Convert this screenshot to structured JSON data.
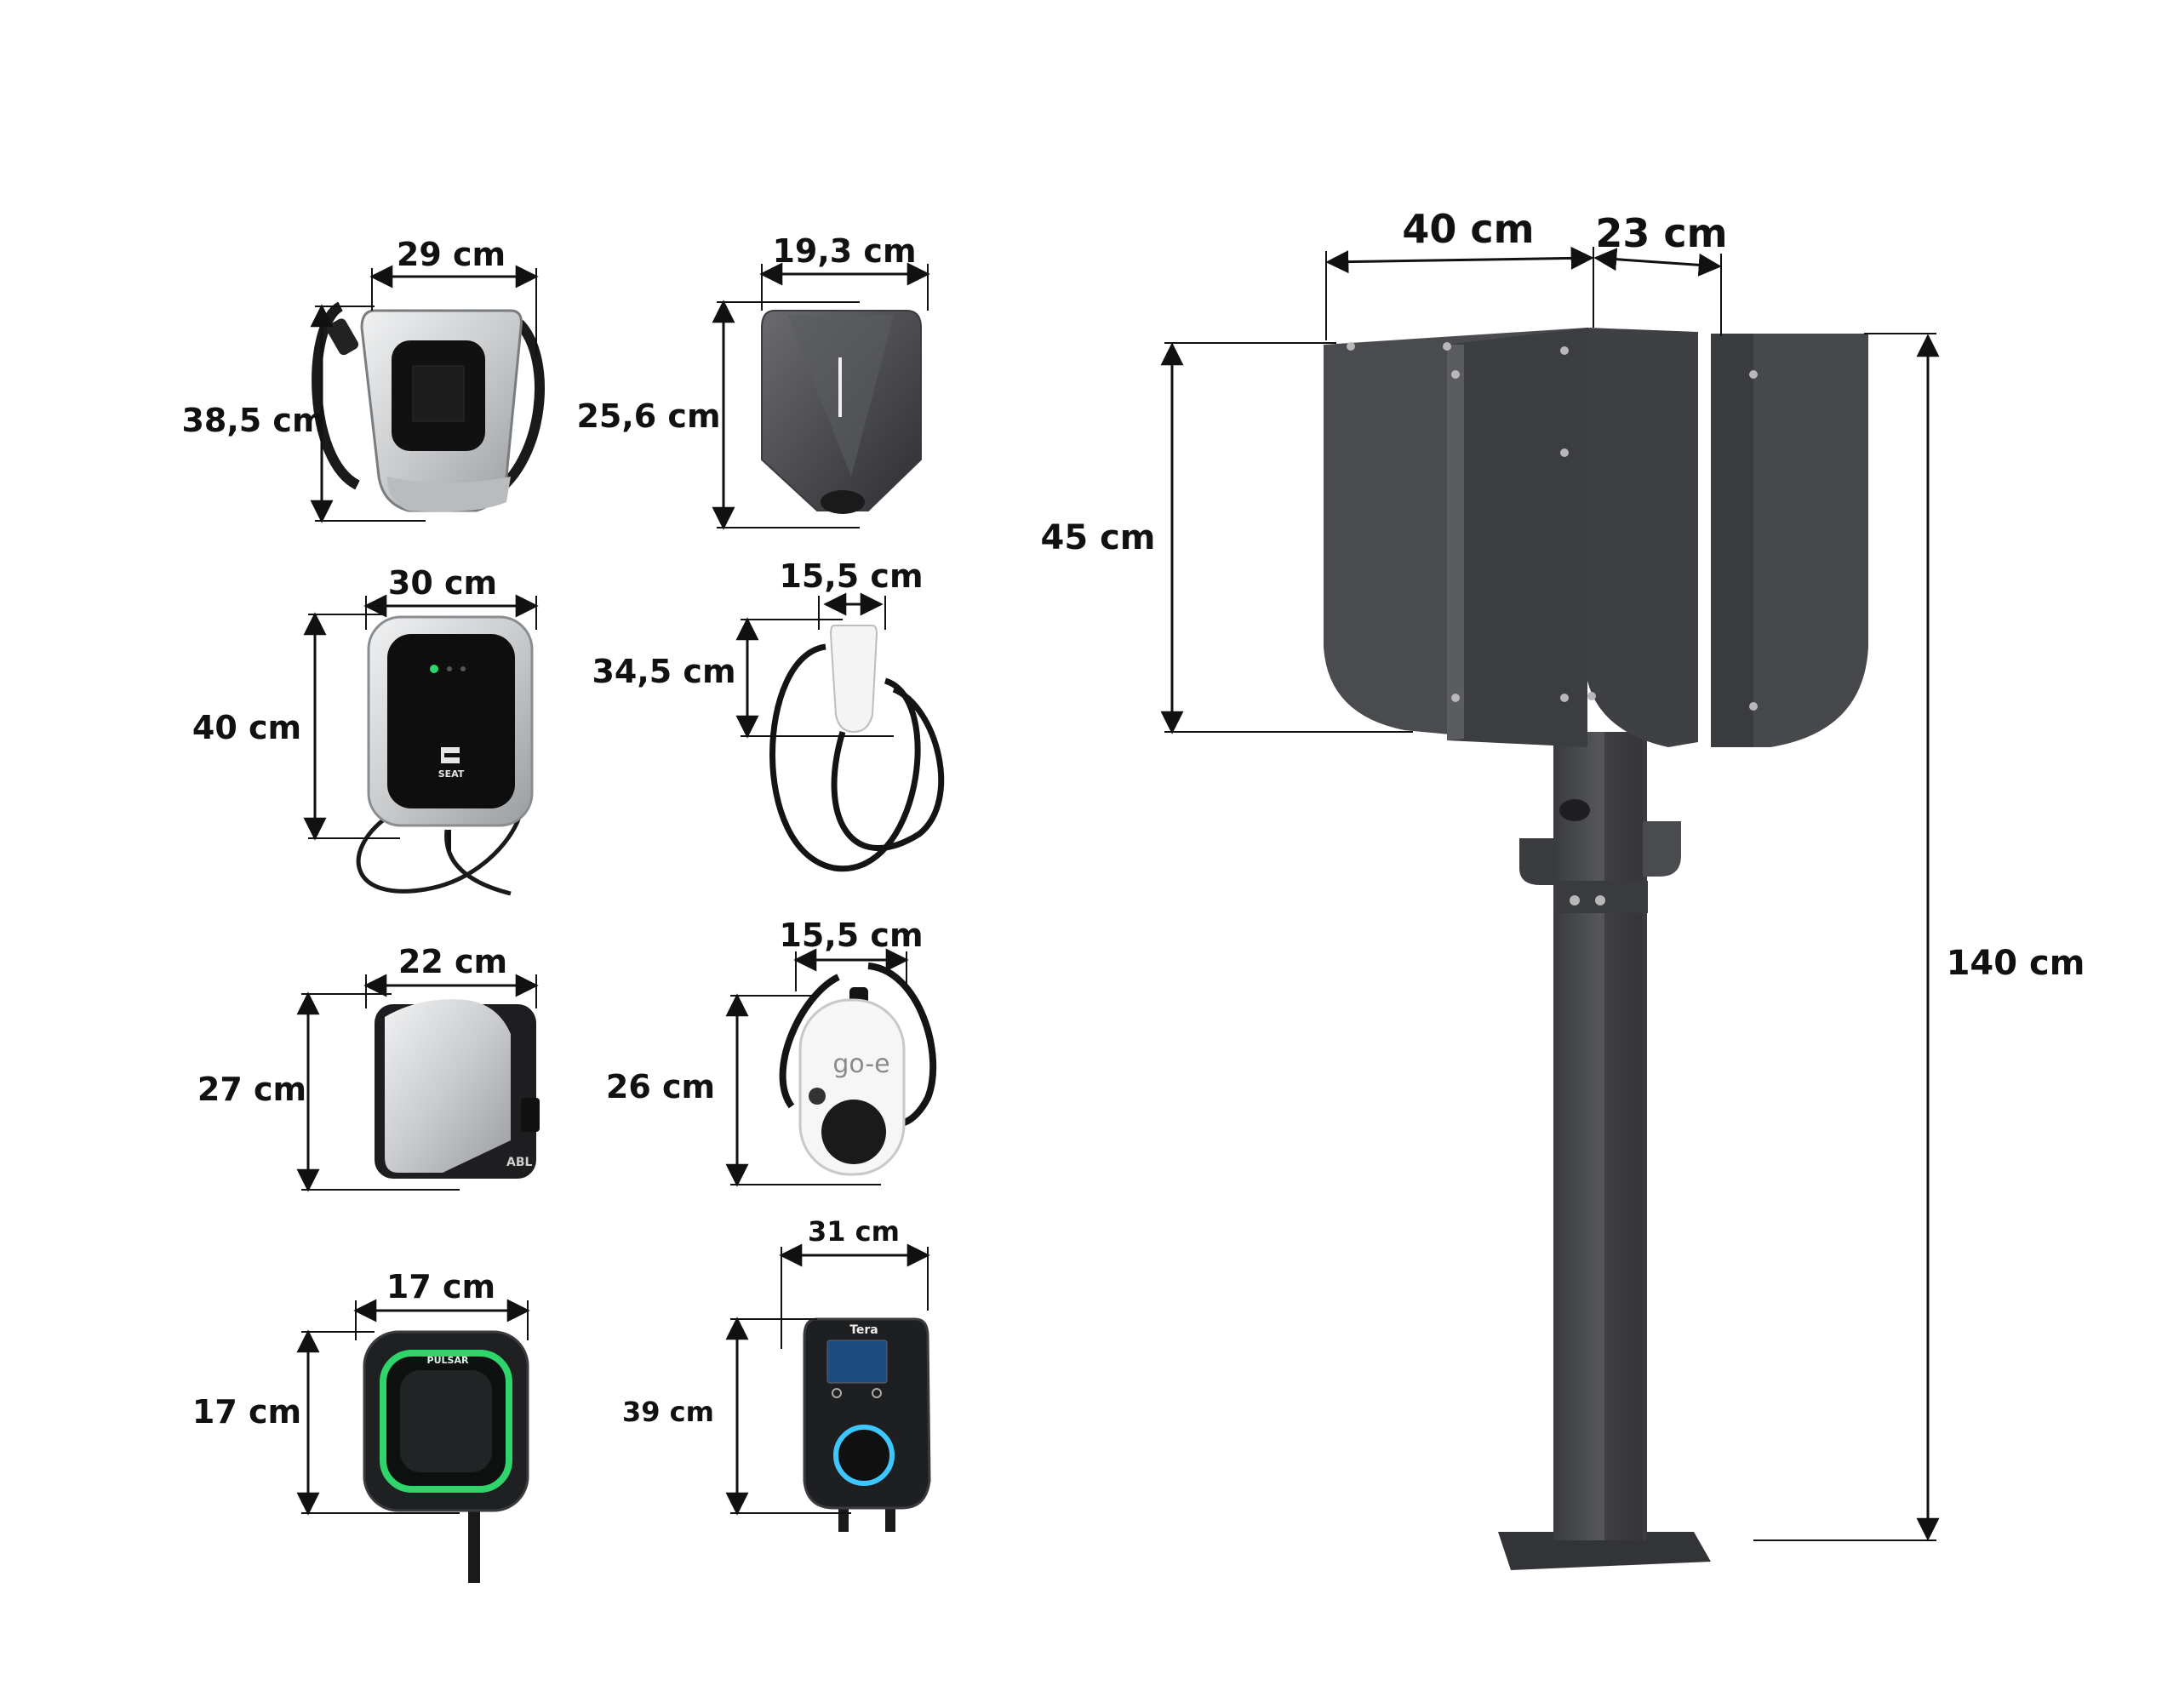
{
  "colors": {
    "background": "#ffffff",
    "dimension_line": "#111111",
    "stand_body": "#46474a",
    "stand_dark": "#2f3033",
    "led_green": "#2fd46a",
    "led_blue": "#3ec7ff"
  },
  "chargers": [
    {
      "id": "charger-1",
      "width": "29 cm",
      "height": "38,5 cm"
    },
    {
      "id": "charger-2",
      "width": "19,3 cm",
      "height": "25,6 cm"
    },
    {
      "id": "charger-3",
      "width": "30 cm",
      "height": "40 cm",
      "brand": "SEAT"
    },
    {
      "id": "charger-4",
      "width": "15,5 cm",
      "height": "34,5 cm"
    },
    {
      "id": "charger-5",
      "width": "22 cm",
      "height": "27 cm",
      "brand": "ABL"
    },
    {
      "id": "charger-6",
      "width": "15,5 cm",
      "height": "26 cm",
      "brand": "go-e"
    },
    {
      "id": "charger-7",
      "width": "17 cm",
      "height": "17 cm",
      "brand": "PULSAR"
    },
    {
      "id": "charger-8",
      "width": "31 cm",
      "height": "39 cm",
      "brand": "Tera"
    }
  ],
  "stand": {
    "width": "40 cm",
    "depth": "23 cm",
    "shield_height": "45 cm",
    "total_height": "140 cm"
  }
}
